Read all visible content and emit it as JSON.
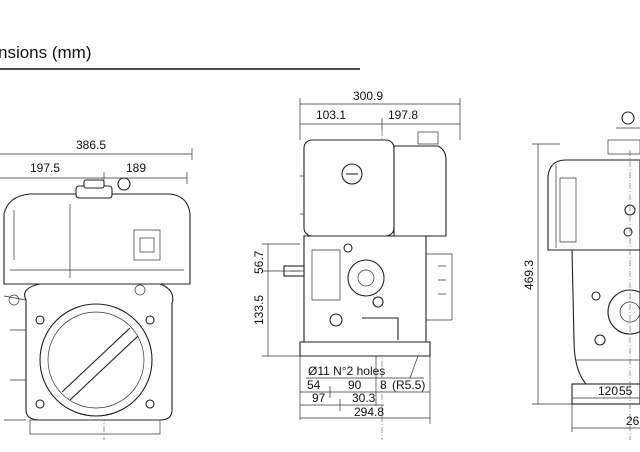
{
  "header": {
    "title": "nsions (mm)"
  },
  "front_view": {
    "overall_width": "386.5",
    "left_segment": "197.5",
    "right_segment": "189"
  },
  "side_view": {
    "overall_top": "300.9",
    "top_left": "103.1",
    "top_right": "197.8",
    "height_upper": "56.7",
    "height_lower": "133.5",
    "hole_note_line1": "Ø11 N°2 holes",
    "hole_note_line2": "(R5.5)",
    "base_54": "54",
    "base_90": "90",
    "base_8": "8",
    "base_97": "97",
    "base_30_3": "30.3",
    "overall_bottom": "294.8"
  },
  "rear_view": {
    "overall_height": "469.3",
    "base_120": "120",
    "base_right": "55",
    "base_overall": "26"
  }
}
